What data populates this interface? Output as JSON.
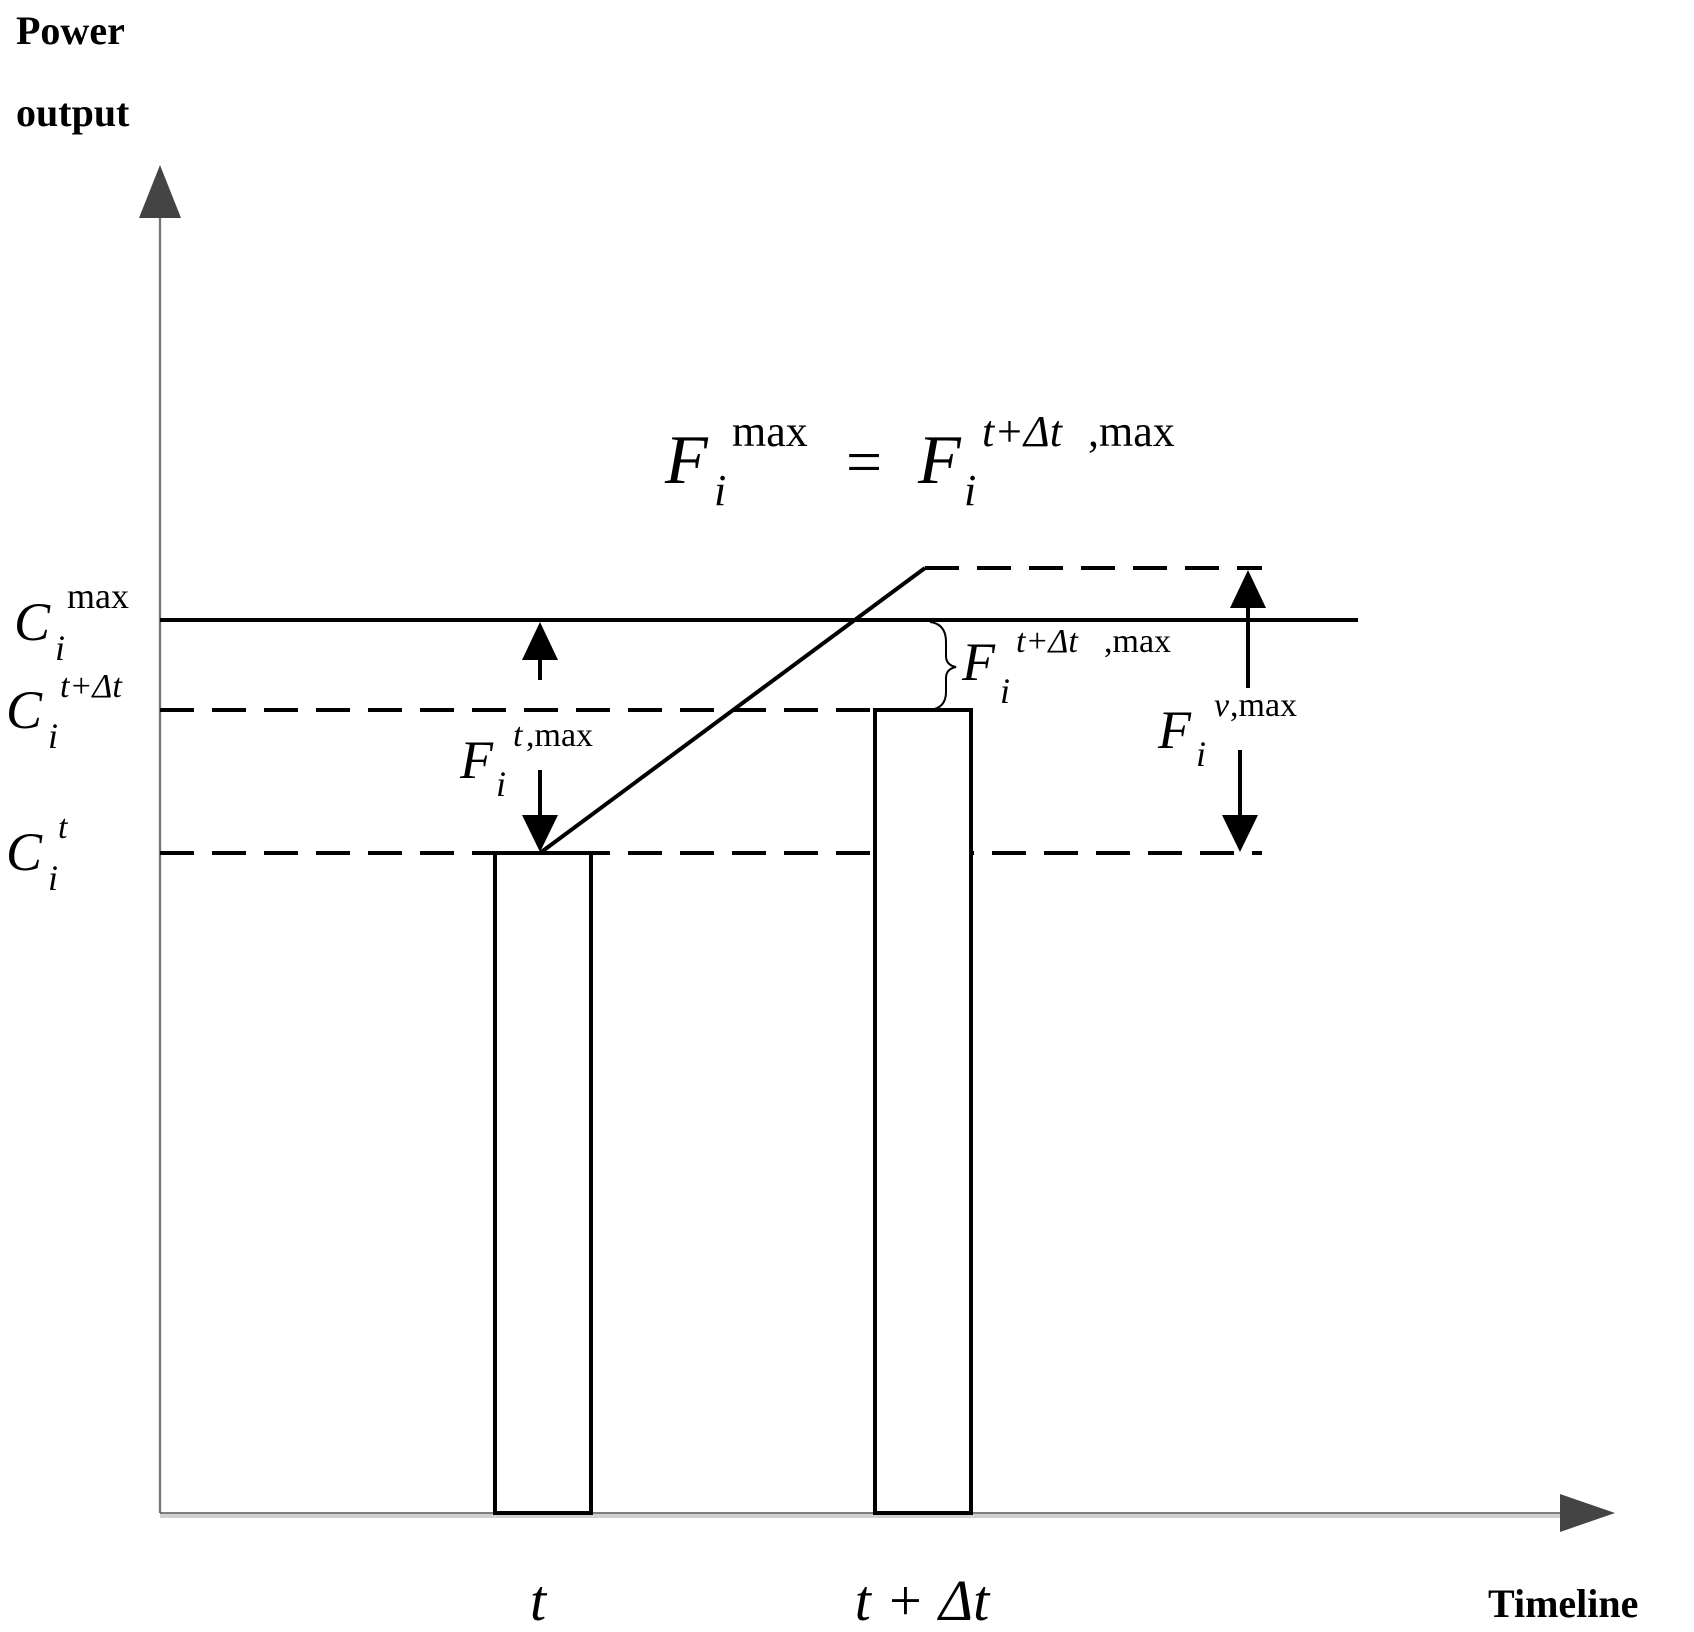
{
  "axes": {
    "y_label_line1": "Power",
    "y_label_line2": "output",
    "x_label": "Timeline"
  },
  "x_ticks": {
    "t": "t",
    "t_plus_dt": "t + Δt"
  },
  "levels": {
    "C_max": {
      "base": "C",
      "sub": "i",
      "sup": "max"
    },
    "C_t_plus_dt": {
      "base": "C",
      "sub": "i",
      "sup": "t+Δt"
    },
    "C_t": {
      "base": "C",
      "sub": "i",
      "sup": "t"
    }
  },
  "annotations": {
    "F_t_max": {
      "base": "F",
      "sub": "i",
      "sup_italic": "t",
      "sup_rest": ",max"
    },
    "F_t_dt_max": {
      "base": "F",
      "sub": "i",
      "sup_italic": "t+Δt",
      "sup_rest": ",max"
    },
    "F_v_max": {
      "base": "F",
      "sub": "i",
      "sup_italic": "v",
      "sup_rest": ",max"
    },
    "equation": {
      "lhs_base": "F",
      "lhs_sub": "i",
      "lhs_sup": "max",
      "equals": "=",
      "rhs_base": "F",
      "rhs_sub": "i",
      "rhs_sup_italic": "t+Δt",
      "rhs_sup_rest": ",max"
    }
  }
}
